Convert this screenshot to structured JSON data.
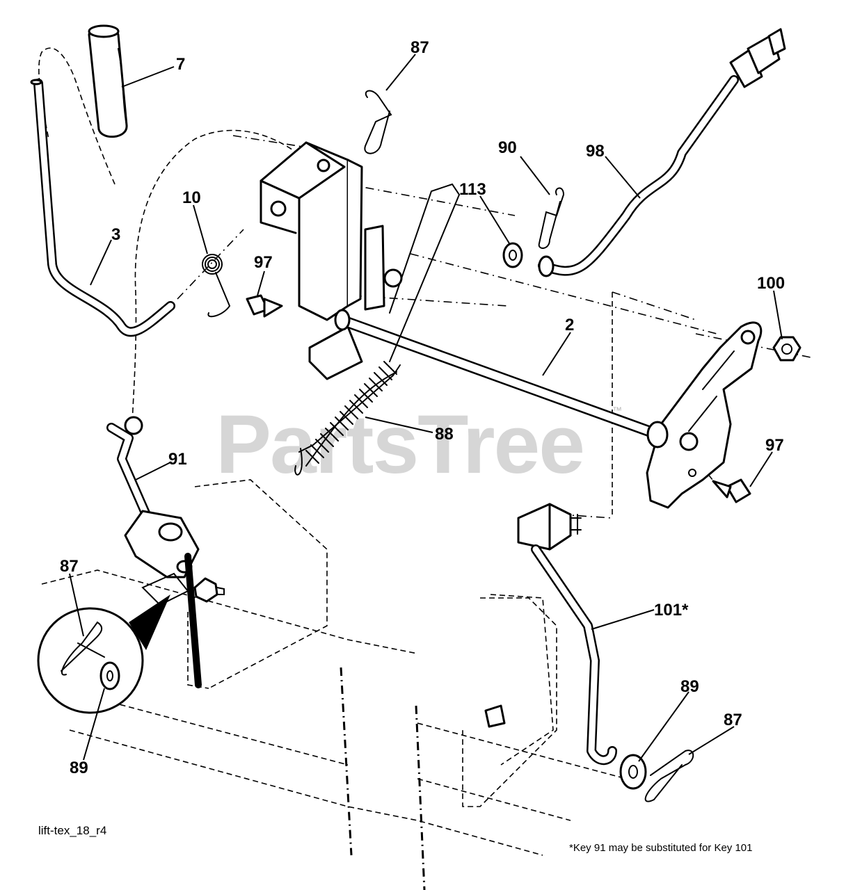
{
  "drawing_id": "lift-tex_18_r4",
  "footnote": "*Key 91 may be substituted for Key 101",
  "watermark": {
    "text": "PartsTree",
    "mark": "™"
  },
  "callouts": [
    "7",
    "87",
    "90",
    "98",
    "113",
    "10",
    "3",
    "97",
    "100",
    "2",
    "88",
    "97",
    "91",
    "87",
    "101*",
    "89",
    "87",
    "89"
  ],
  "colors": {
    "ink": "#000000",
    "paper": "#ffffff"
  }
}
